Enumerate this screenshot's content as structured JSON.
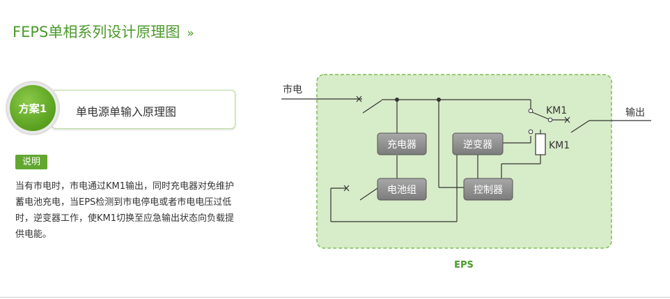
{
  "header": {
    "title": "FEPS单相系列设计原理图",
    "chevron": "»"
  },
  "scheme": {
    "badge": "方案1",
    "title": "单电源单输入原理图"
  },
  "description": {
    "badge": "说明",
    "text": "当有市电时，市电通过KM1输出，同时充电器对免维护蓄电池充电，当EPS检测到市电停电或者市电电压过低时，逆变器工作，使KM1切换至应急输出状态向负载提供电能。"
  },
  "diagram": {
    "input_label": "市电",
    "output_label": "输出",
    "switch_label": "KM1",
    "coil_label": "KM1",
    "box_caption": "EPS",
    "blocks": {
      "charger": "充电器",
      "inverter": "逆变器",
      "battery": "电池组",
      "controller": "控制器"
    }
  },
  "colors": {
    "brand_green": "#4a9a2a",
    "box_fill": "#d7ecc8",
    "box_border": "#7dbb55",
    "block_fill": "#8f8f8f"
  }
}
